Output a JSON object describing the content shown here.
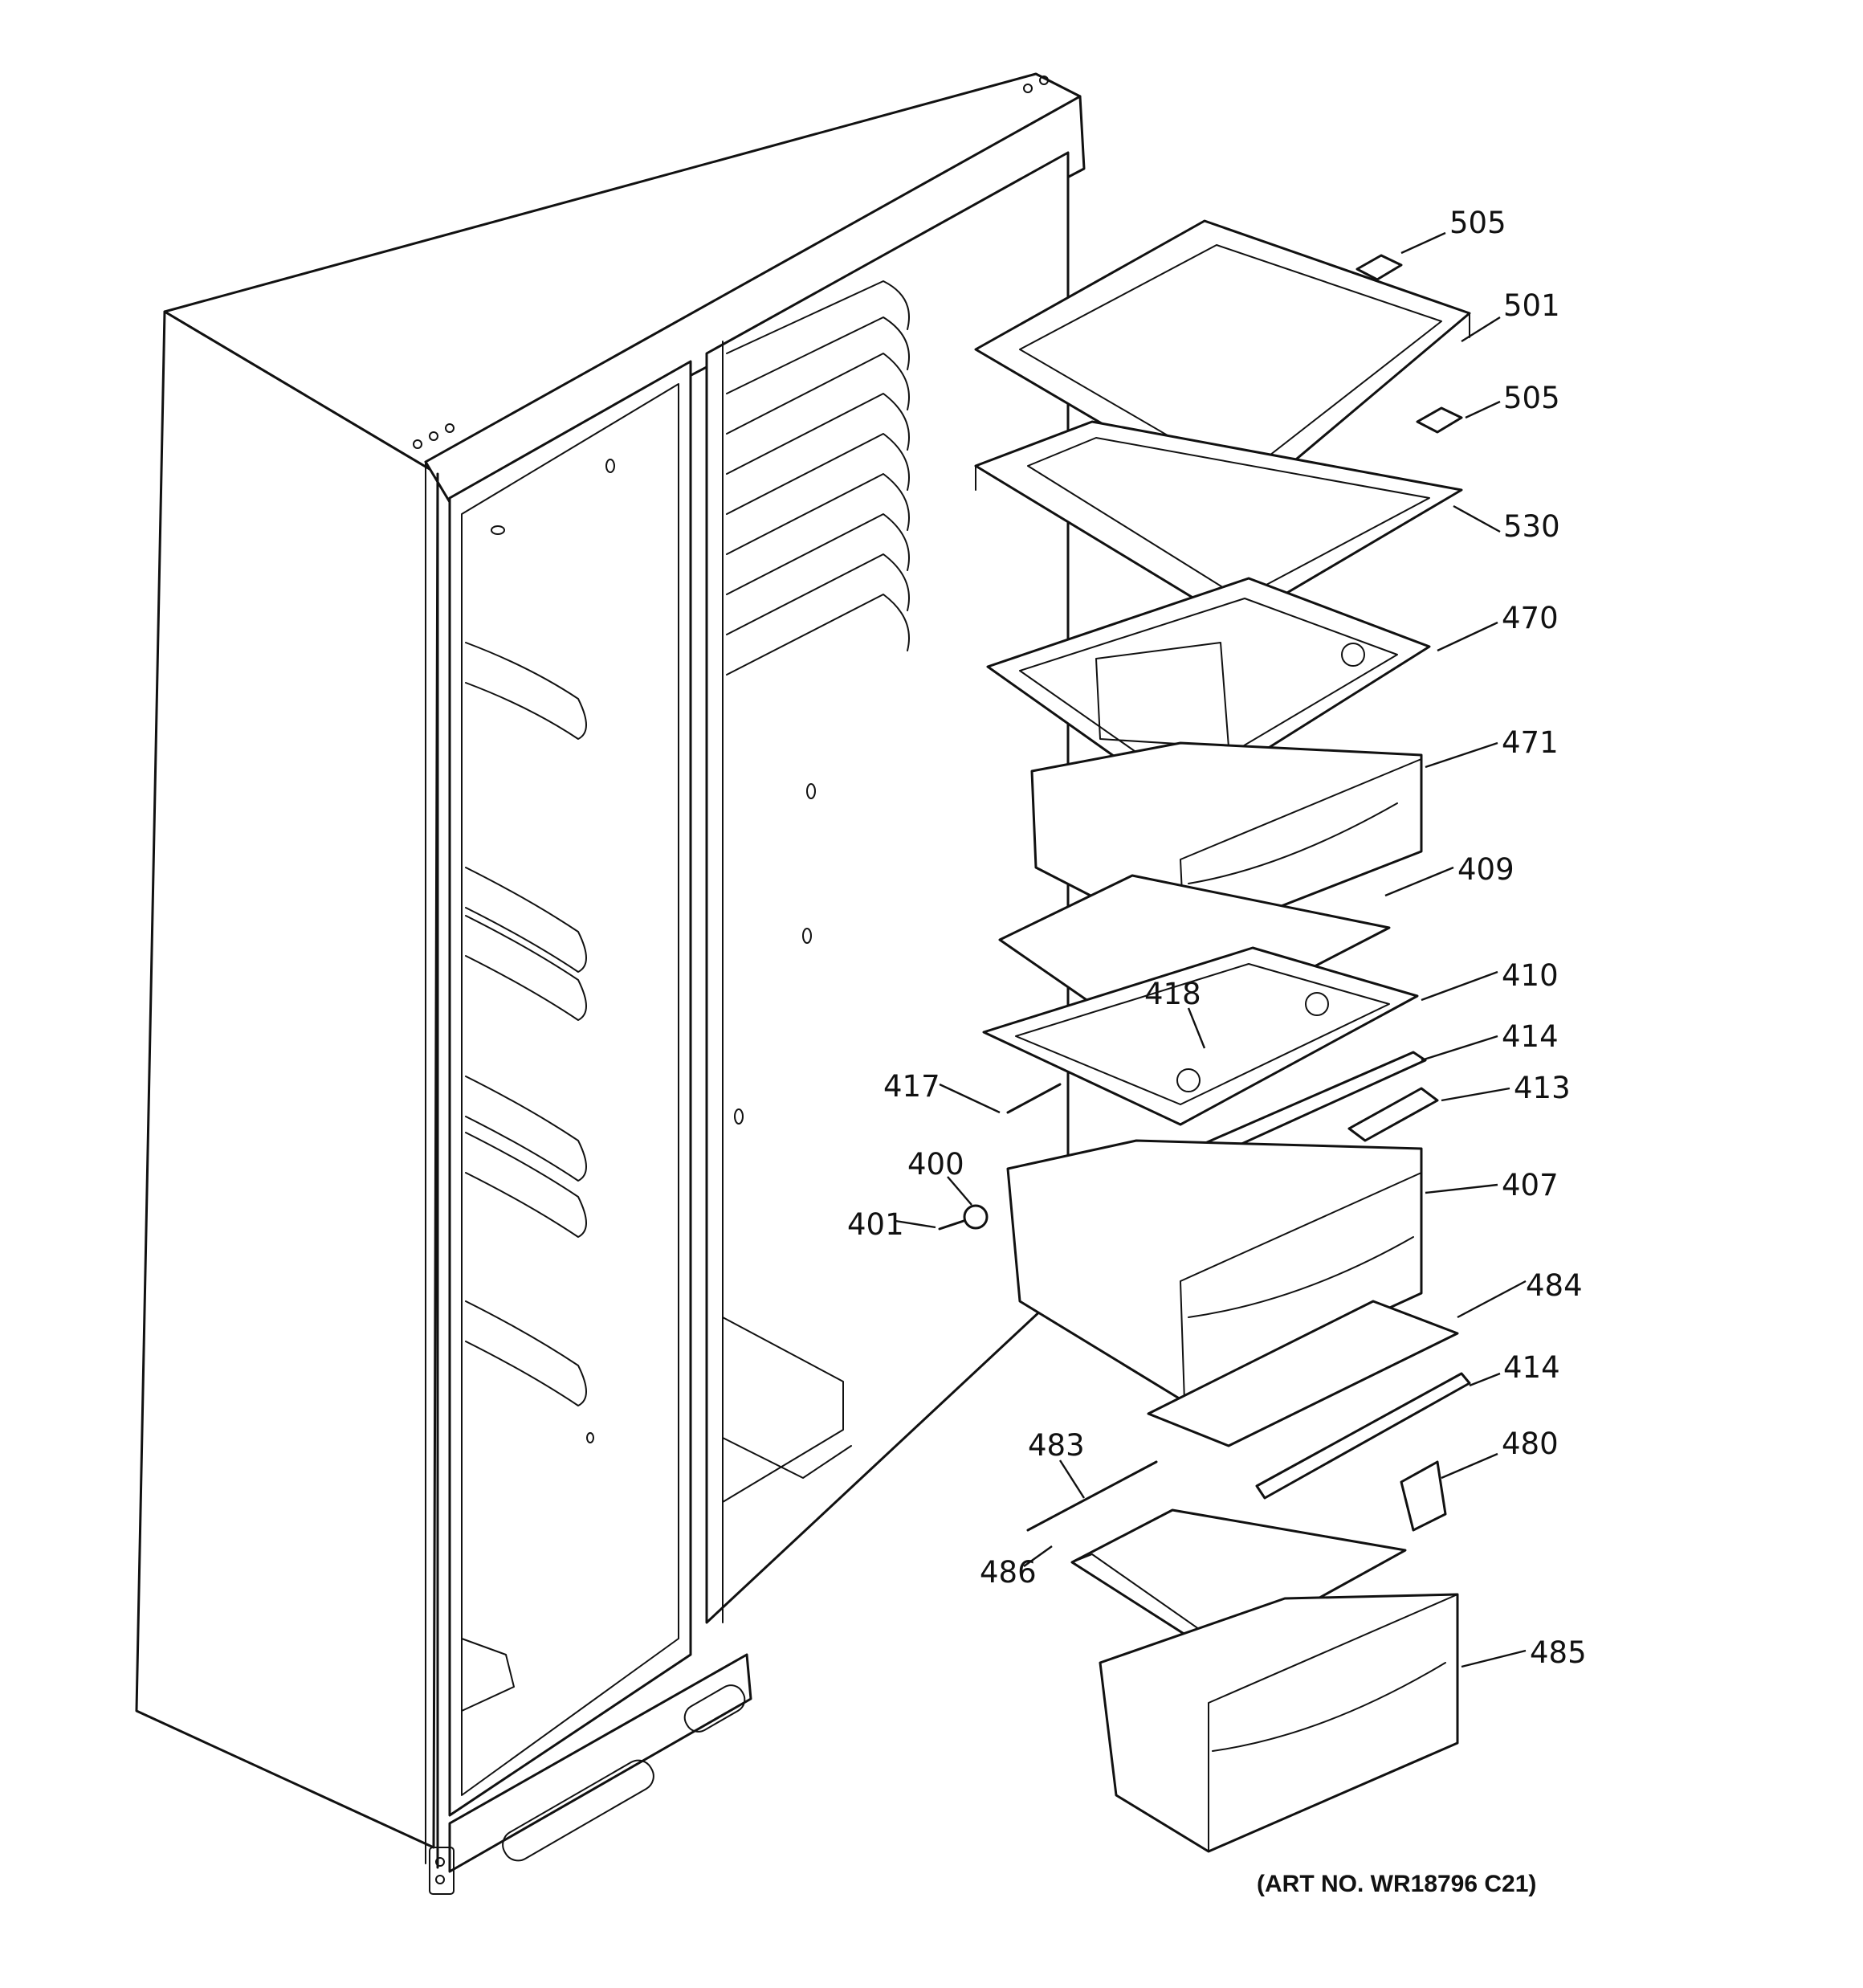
{
  "diagram": {
    "art_number": "(ART NO. WR18796 C21)",
    "callouts": [
      {
        "id": "505a",
        "label": "505"
      },
      {
        "id": "501",
        "label": "501"
      },
      {
        "id": "505b",
        "label": "505"
      },
      {
        "id": "530",
        "label": "530"
      },
      {
        "id": "470",
        "label": "470"
      },
      {
        "id": "471",
        "label": "471"
      },
      {
        "id": "409",
        "label": "409"
      },
      {
        "id": "410",
        "label": "410"
      },
      {
        "id": "418",
        "label": "418"
      },
      {
        "id": "414a",
        "label": "414"
      },
      {
        "id": "413",
        "label": "413"
      },
      {
        "id": "417",
        "label": "417"
      },
      {
        "id": "400",
        "label": "400"
      },
      {
        "id": "401",
        "label": "401"
      },
      {
        "id": "407",
        "label": "407"
      },
      {
        "id": "484",
        "label": "484"
      },
      {
        "id": "414b",
        "label": "414"
      },
      {
        "id": "480",
        "label": "480"
      },
      {
        "id": "483",
        "label": "483"
      },
      {
        "id": "486",
        "label": "486"
      },
      {
        "id": "485",
        "label": "485"
      }
    ]
  }
}
